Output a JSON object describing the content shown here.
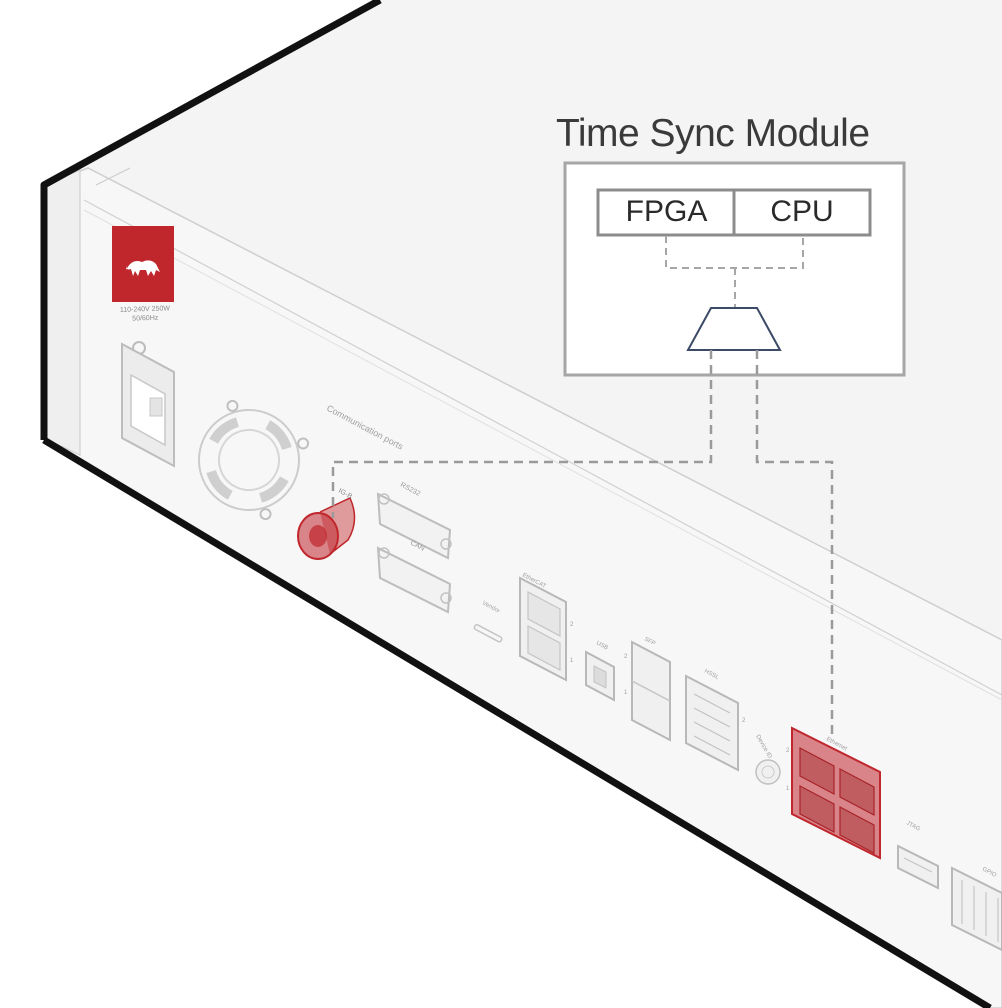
{
  "module": {
    "title": "Time Sync Module",
    "components": [
      "FPGA",
      "CPU"
    ]
  },
  "device": {
    "power_rating": [
      "110-240V 250W",
      "50/60Hz"
    ],
    "section_label": "Communication ports",
    "ports": {
      "time_input": "IG-B",
      "rs232": "RS232",
      "can": "CAN",
      "vendor": "Vendor",
      "ethercat": "EtherCAT",
      "usb": "USB",
      "sfp": "SFP",
      "hssl": "HSSL",
      "device_id": "Device ID",
      "ethernet": "Ethernet",
      "jtag": "JTAG",
      "gpio": "GPIO"
    },
    "port_numbers": [
      "1",
      "2"
    ]
  },
  "colors": {
    "highlight": "#c0272d",
    "highlight_fill": "rgba(192,39,45,0.55)",
    "line": "#9a9a9a",
    "outline": "#111111",
    "mux": "#3b4a66"
  }
}
